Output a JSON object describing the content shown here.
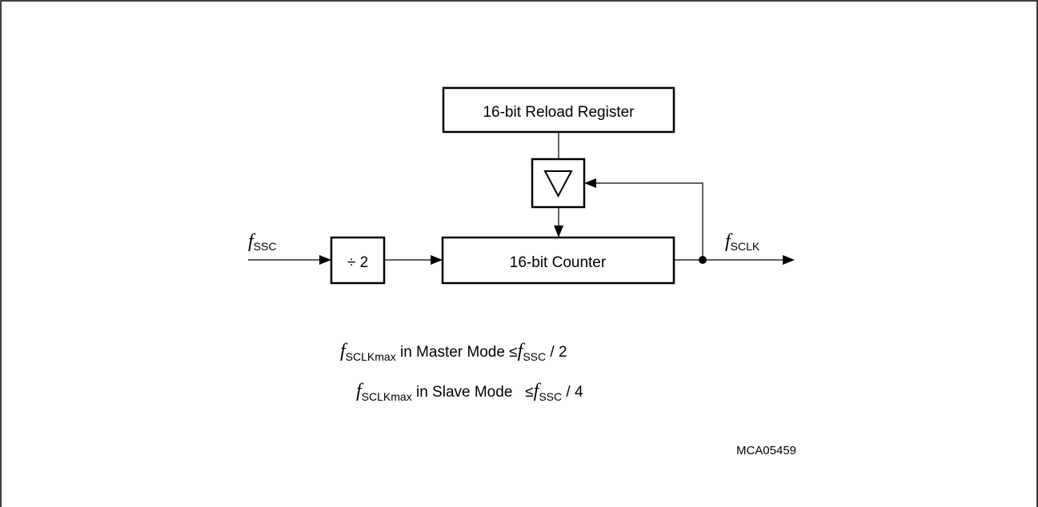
{
  "blocks": {
    "reload_register": "16-bit Reload Register",
    "counter": "16-bit Counter",
    "divider": "÷ 2"
  },
  "signals": {
    "input": {
      "f": "f",
      "sub": "SSC"
    },
    "output": {
      "f": "f",
      "sub": "SCLK"
    }
  },
  "notes": {
    "master": {
      "f": "f",
      "sub": "SCLKmax",
      "text": " in Master Mode ≤",
      "f2": "f",
      "sub2": "SSC",
      "tail": " / 2"
    },
    "slave": {
      "f": "f",
      "sub": "SCLKmax",
      "text": " in Slave Mode   ≤",
      "f2": "f",
      "sub2": "SSC",
      "tail": " / 4"
    }
  },
  "figure_id": "MCA05459"
}
